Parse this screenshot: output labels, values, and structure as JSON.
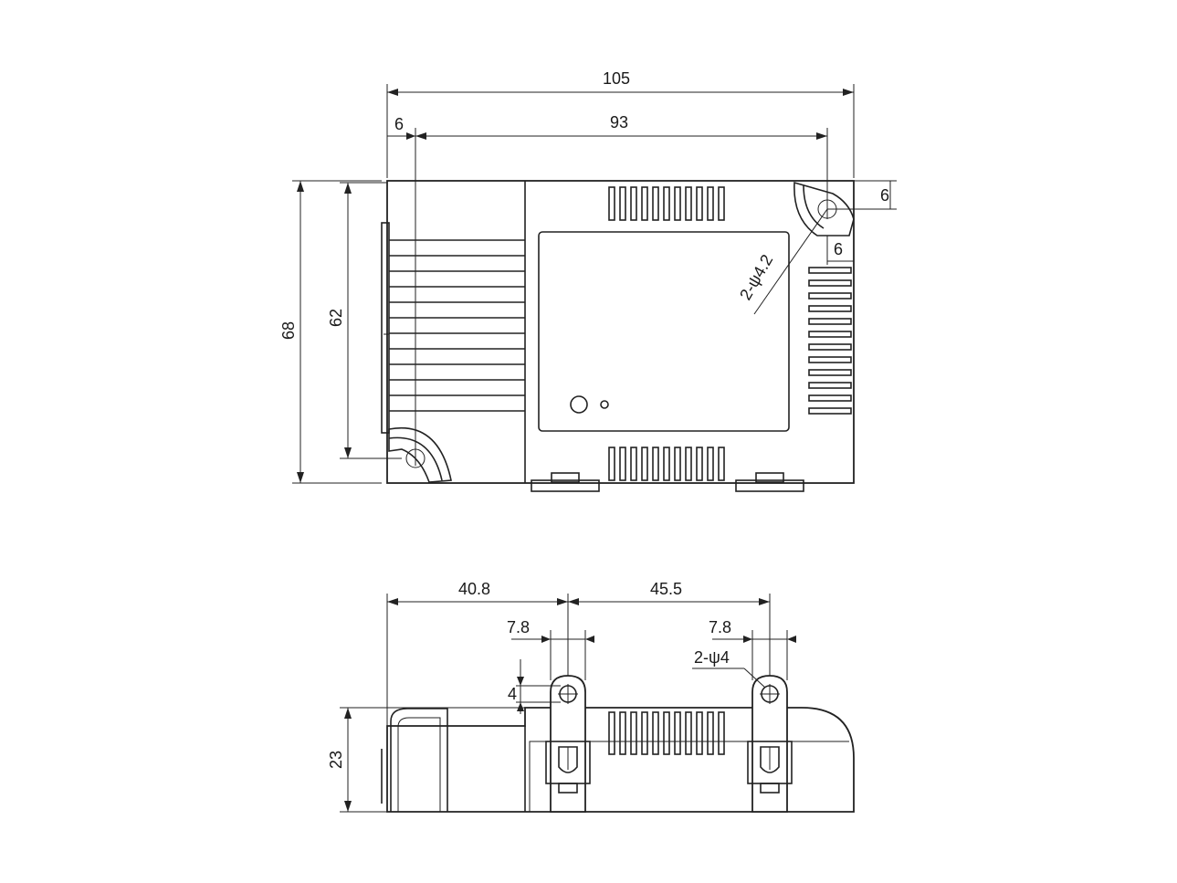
{
  "top_view": {
    "dim_overall_length": "105",
    "dim_hole_spacing": "93",
    "dim_left_offset": "6",
    "dim_overall_width": "68",
    "dim_hole_width": "62",
    "dim_hole_top": "6",
    "dim_hole_side": "6",
    "hole_callout": "2-ψ4.2"
  },
  "side_view": {
    "dim_left_to_tab": "40.8",
    "dim_tab_spacing": "45.5",
    "dim_tab_width_left": "7.8",
    "dim_tab_width_right": "7.8",
    "dim_tab_hole": "4",
    "dim_height": "23",
    "hole_callout": "2-ψ4"
  }
}
